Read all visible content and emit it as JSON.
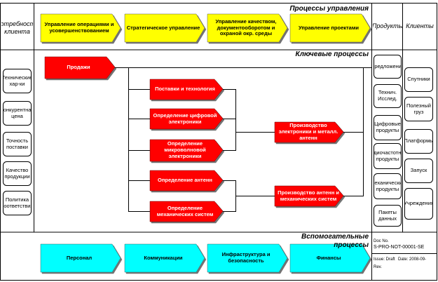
{
  "sections": {
    "management": "Процессы управления",
    "key": "Ключевые процессы",
    "support": "Вспомогательные процессы"
  },
  "columns": {
    "needs": "Потребности клиента",
    "products": "Продукты",
    "clients": "Клиенты"
  },
  "management_processes": [
    "Управление операциями и усовершенствованием",
    "Стратегическое управление",
    "Управление качеством, документооборотом и охраной окр. среды",
    "Управление проектами"
  ],
  "key_processes": {
    "sales": "Продажи",
    "branches": [
      "Поставки и технология",
      "Определение цифровой электроники",
      "Определение микроволновой электроники",
      "Определение антенн",
      "Определение механических систем"
    ],
    "production": [
      "Производство электроники и металл. антенн",
      "Производство антенн и механических систем"
    ]
  },
  "needs": [
    "Технические хар-ки",
    "Конкурентная цена",
    "Точность поставки",
    "Качество продукции",
    "Политика соответствия"
  ],
  "products": [
    "Предложения",
    "Технич. Исслед.",
    "Цифровые продукты",
    "Радиочастотные продукты",
    "Механические продукты",
    "Пакеты данных"
  ],
  "clients": [
    "Спутники",
    "Полезный груз",
    "Платформы",
    "Запуск",
    "Учреждения"
  ],
  "support_processes": [
    "Персонал",
    "Коммуникации",
    "Инфраструктура и безопасность",
    "Финансы"
  ],
  "doc_info": {
    "doc_no_label": "Doc No.",
    "doc_no": "S-PRO-NOT-00001-SE",
    "issue_label": "Issue: Draft",
    "date_label": "Date: 2008-09-",
    "rev_label": "Rev."
  },
  "colors": {
    "management": "#ffff00",
    "key": "#ff0000",
    "support": "#00ffff"
  }
}
